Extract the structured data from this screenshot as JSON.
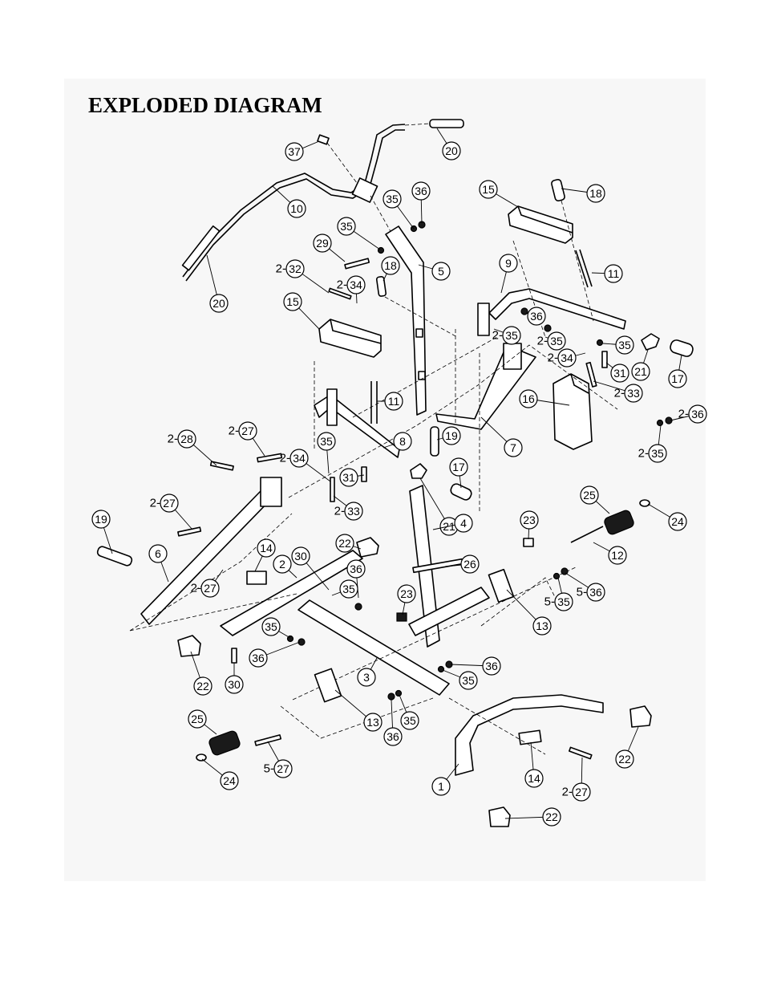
{
  "title": "EXPLODED DIAGRAM",
  "callouts": [
    {
      "label": "37"
    },
    {
      "label": "20"
    },
    {
      "label": "10"
    },
    {
      "label": "20"
    },
    {
      "label": "35"
    },
    {
      "label": "36"
    },
    {
      "label": "35"
    },
    {
      "label": "29"
    },
    {
      "label": "5"
    },
    {
      "label": "18"
    },
    {
      "label": "32",
      "prefix": "2-"
    },
    {
      "label": "34",
      "prefix": "2-"
    },
    {
      "label": "15"
    },
    {
      "label": "15"
    },
    {
      "label": "18"
    },
    {
      "label": "11"
    },
    {
      "label": "9"
    },
    {
      "label": "36"
    },
    {
      "label": "35",
      "prefix": "2-"
    },
    {
      "label": "35",
      "prefix": "2-"
    },
    {
      "label": "34",
      "prefix": "2-"
    },
    {
      "label": "35"
    },
    {
      "label": "31"
    },
    {
      "label": "21"
    },
    {
      "label": "17"
    },
    {
      "label": "33",
      "prefix": "2-"
    },
    {
      "label": "16"
    },
    {
      "label": "36",
      "prefix": "2-"
    },
    {
      "label": "35",
      "prefix": "2-"
    },
    {
      "label": "7"
    },
    {
      "label": "11"
    },
    {
      "label": "19"
    },
    {
      "label": "8"
    },
    {
      "label": "27",
      "prefix": "2-"
    },
    {
      "label": "28",
      "prefix": "2-"
    },
    {
      "label": "35"
    },
    {
      "label": "34",
      "prefix": "2-"
    },
    {
      "label": "31"
    },
    {
      "label": "17"
    },
    {
      "label": "33",
      "prefix": "2-"
    },
    {
      "label": "21"
    },
    {
      "label": "27",
      "prefix": "2-"
    },
    {
      "label": "19"
    },
    {
      "label": "6"
    },
    {
      "label": "22"
    },
    {
      "label": "14"
    },
    {
      "label": "2"
    },
    {
      "label": "30"
    },
    {
      "label": "36"
    },
    {
      "label": "35"
    },
    {
      "label": "27",
      "prefix": "2-"
    },
    {
      "label": "4"
    },
    {
      "label": "23"
    },
    {
      "label": "26"
    },
    {
      "label": "23"
    },
    {
      "label": "25"
    },
    {
      "label": "24"
    },
    {
      "label": "12"
    },
    {
      "label": "36",
      "prefix": "5-"
    },
    {
      "label": "35",
      "prefix": "5-"
    },
    {
      "label": "13"
    },
    {
      "label": "35"
    },
    {
      "label": "36"
    },
    {
      "label": "22"
    },
    {
      "label": "30"
    },
    {
      "label": "3"
    },
    {
      "label": "36"
    },
    {
      "label": "35"
    },
    {
      "label": "13"
    },
    {
      "label": "36"
    },
    {
      "label": "35"
    },
    {
      "label": "25"
    },
    {
      "label": "27",
      "prefix": "5-"
    },
    {
      "label": "24"
    },
    {
      "label": "1"
    },
    {
      "label": "14"
    },
    {
      "label": "22"
    },
    {
      "label": "27",
      "prefix": "2-"
    },
    {
      "label": "22"
    }
  ]
}
